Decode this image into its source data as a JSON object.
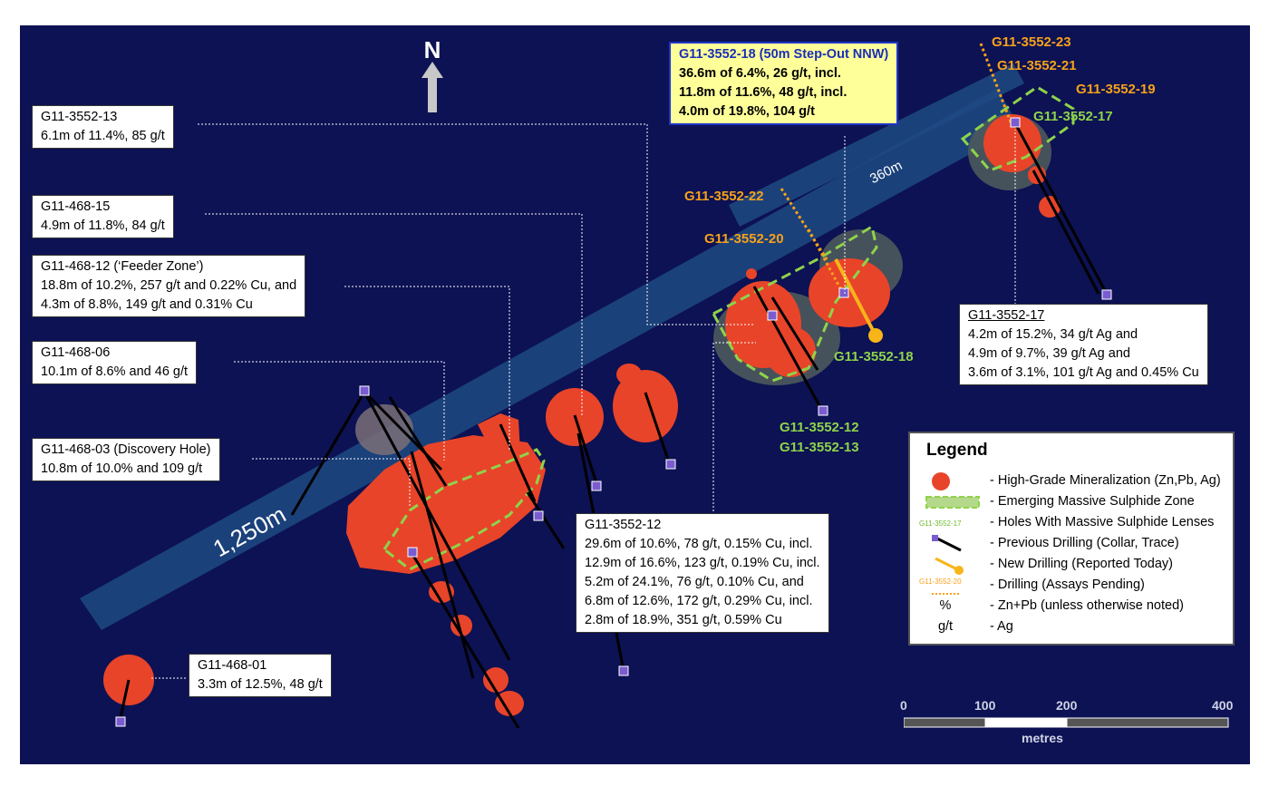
{
  "colors": {
    "background": "#0c1253",
    "high_grade": "#e8442a",
    "massive_sulphide": "#8fd34a",
    "new_drilling": "#f7b51a",
    "assays_pending": "#f7a11a",
    "previous_collar": "#7a5cd0"
  },
  "north": {
    "label": "N"
  },
  "distances": {
    "long": "1,250m",
    "short": "360m"
  },
  "callouts": {
    "g13": {
      "title": "G11-3552-13",
      "lines": [
        "6.1m of 11.4%, 85 g/t"
      ]
    },
    "g15": {
      "title": "G11-468-15",
      "lines": [
        "4.9m of 11.8%, 84 g/t"
      ]
    },
    "g12f": {
      "title": "G11-468-12 (‘Feeder Zone’)",
      "lines": [
        "18.8m of 10.2%, 257 g/t and 0.22% Cu, and",
        "4.3m of 8.8%, 149 g/t and 0.31% Cu"
      ]
    },
    "g06": {
      "title": "G11-468-06",
      "lines": [
        "10.1m of 8.6% and 46 g/t"
      ]
    },
    "g03": {
      "title": "G11-468-03 (Discovery Hole)",
      "lines": [
        "10.8m of 10.0% and 109 g/t"
      ]
    },
    "g01": {
      "title": "G11-468-01",
      "lines": [
        "3.3m of 12.5%, 48 g/t"
      ]
    },
    "g18": {
      "title": "G11-3552-18 (50m Step-Out NNW)",
      "lines": [
        "36.6m of 6.4%, 26 g/t, incl.",
        "11.8m of 11.6%, 48 g/t, incl.",
        "4.0m of 19.8%, 104 g/t"
      ]
    },
    "g12": {
      "title": "G11-3552-12",
      "lines": [
        "29.6m of 10.6%, 78 g/t, 0.15% Cu, incl.",
        "12.9m of 16.6%, 123 g/t, 0.19% Cu, incl.",
        "5.2m of 24.1%, 76 g/t, 0.10% Cu, and",
        "6.8m of 12.6%, 172 g/t, 0.29% Cu, incl.",
        "2.8m of 18.9%, 351 g/t, 0.59% Cu"
      ]
    },
    "g17": {
      "title": "G11-3552-17",
      "lines": [
        "4.2m of 15.2%, 34 g/t Ag and",
        "4.9m of 9.7%, 39 g/t Ag and",
        "3.6m of 3.1%, 101 g/t Ag and 0.45% Cu"
      ]
    }
  },
  "hole_labels": {
    "h23": "G11-3552-23",
    "h21": "G11-3552-21",
    "h19": "G11-3552-19",
    "h17": "G11-3552-17",
    "h22": "G11-3552-22",
    "h20": "G11-3552-20",
    "h18": "G11-3552-18",
    "h12": "G11-3552-12",
    "h13": "G11-3552-13"
  },
  "legend": {
    "title": "Legend",
    "items": [
      {
        "text": "- High-Grade Mineralization (Zn,Pb, Ag)"
      },
      {
        "text": "- Emerging Massive Sulphide Zone"
      },
      {
        "symbol": "G11-3552-17",
        "text": "- Holes With Massive Sulphide Lenses"
      },
      {
        "text": "- Previous Drilling (Collar, Trace)"
      },
      {
        "text": "- New Drilling (Reported Today)"
      },
      {
        "symbol": "G11-3552-20",
        "text": "- Drilling (Assays Pending)"
      },
      {
        "symbol": "%",
        "text": "- Zn+Pb (unless otherwise noted)"
      },
      {
        "symbol": "g/t",
        "text": "- Ag"
      }
    ]
  },
  "scale": {
    "ticks": [
      "0",
      "100",
      "200",
      "400"
    ],
    "unit": "metres"
  }
}
